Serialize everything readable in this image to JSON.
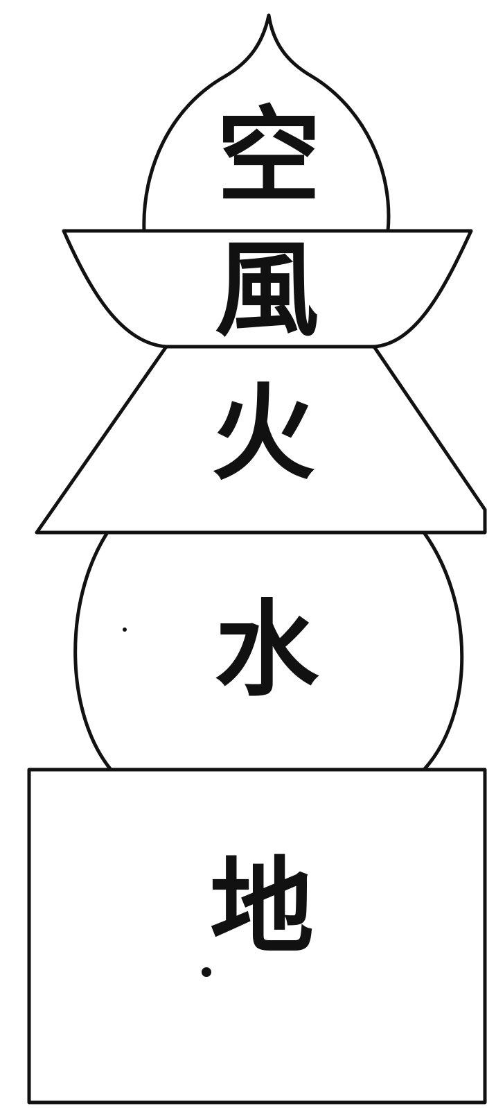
{
  "diagram": {
    "tiers": [
      {
        "element": "sky",
        "label": "空"
      },
      {
        "element": "wind",
        "label": "風"
      },
      {
        "element": "fire",
        "label": "火"
      },
      {
        "element": "water",
        "label": "水"
      },
      {
        "element": "earth",
        "label": "地"
      }
    ]
  },
  "colors": {
    "ink": "#111111",
    "paper": "#ffffff"
  }
}
